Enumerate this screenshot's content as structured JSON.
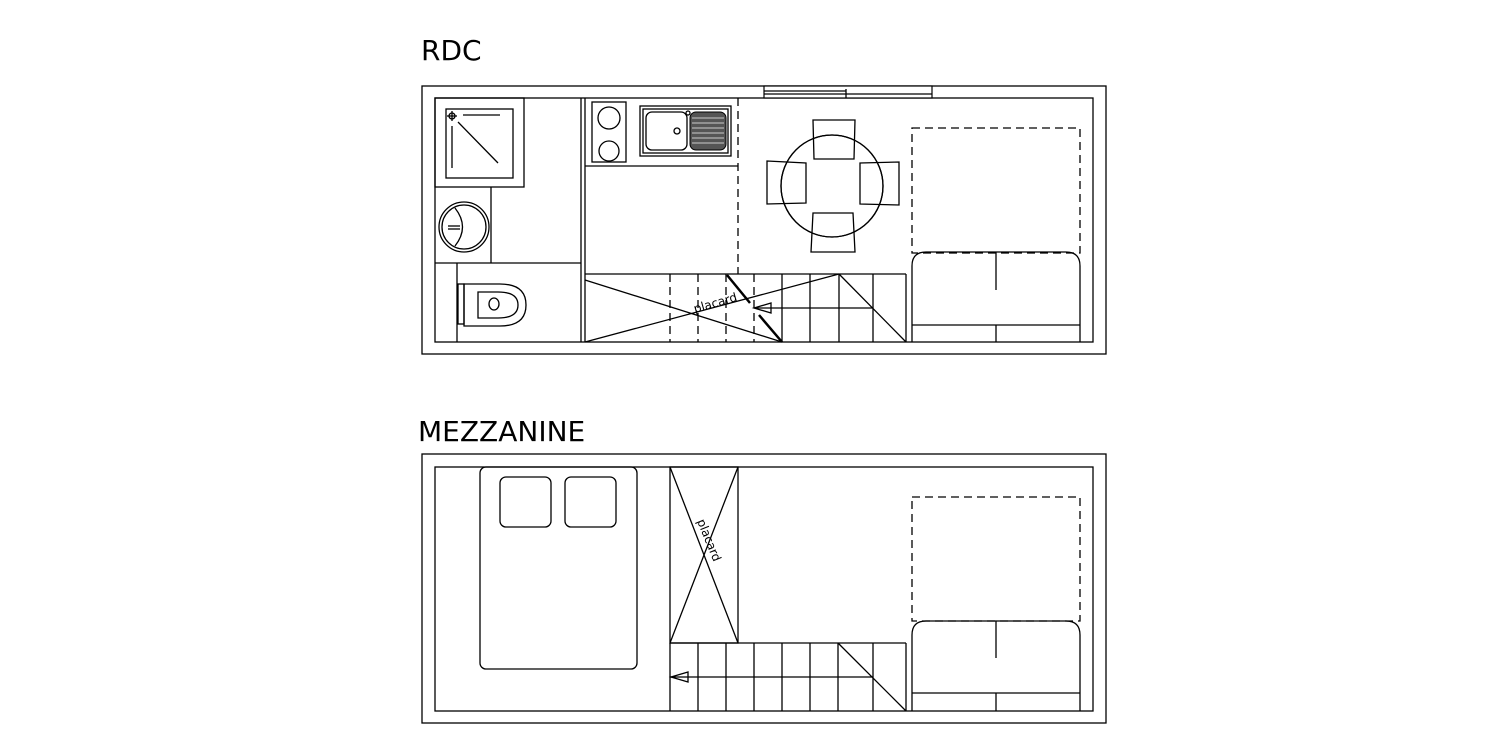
{
  "plans": {
    "ground": {
      "title": "RDC",
      "closet_label": "placard"
    },
    "mezzanine": {
      "title": "MEZZANINE",
      "closet_label": "placard"
    }
  },
  "colors": {
    "line": "#000000",
    "background": "#ffffff"
  }
}
